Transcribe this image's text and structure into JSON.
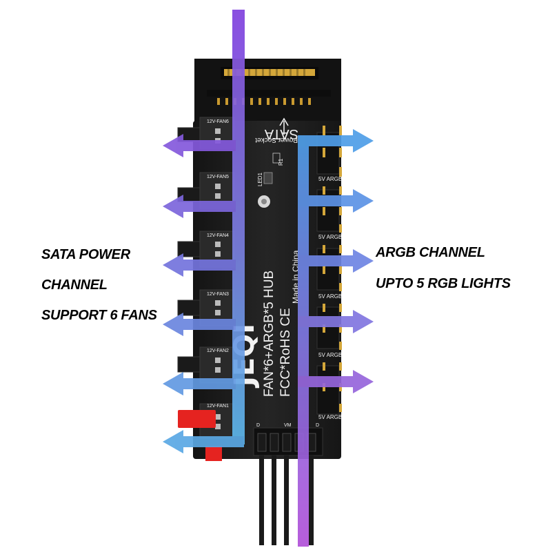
{
  "left_callout": {
    "line1": "SATA POWER",
    "line2": "CHANNEL",
    "line3": "SUPPORT 6 FANS"
  },
  "right_callout": {
    "line1": "ARGB CHANNEL",
    "line2": "UPTO 5 RGB LIGHTS"
  },
  "board": {
    "brand": "JEQI",
    "model": "FAN*6+ARGB*5  HUB",
    "certs": "FCC*RoHS CE",
    "origin": "Made in China",
    "sata_label": "SATA",
    "power_label": "Power Socket",
    "led_label": "LED1",
    "resistor_label": "R1",
    "fan_labels": [
      "12V-FAN6",
      "12V-FAN5",
      "12V-FAN4",
      "12V-FAN3",
      "12V-FAN2",
      "12V-FAN1"
    ],
    "argb_labels": [
      "5V ARGB",
      "5V ARGB",
      "5V ARGB",
      "5V ARGB",
      "5V ARGB"
    ],
    "bottom_labels": [
      "D",
      "VM",
      "D"
    ]
  },
  "colors": {
    "pcb": "#1c1c1c",
    "sata_gold": "#d4a73a",
    "purple_stream": "#8a5bd6",
    "blue_stream": "#5aa8e0",
    "fan_plug_red": "#e52320"
  }
}
